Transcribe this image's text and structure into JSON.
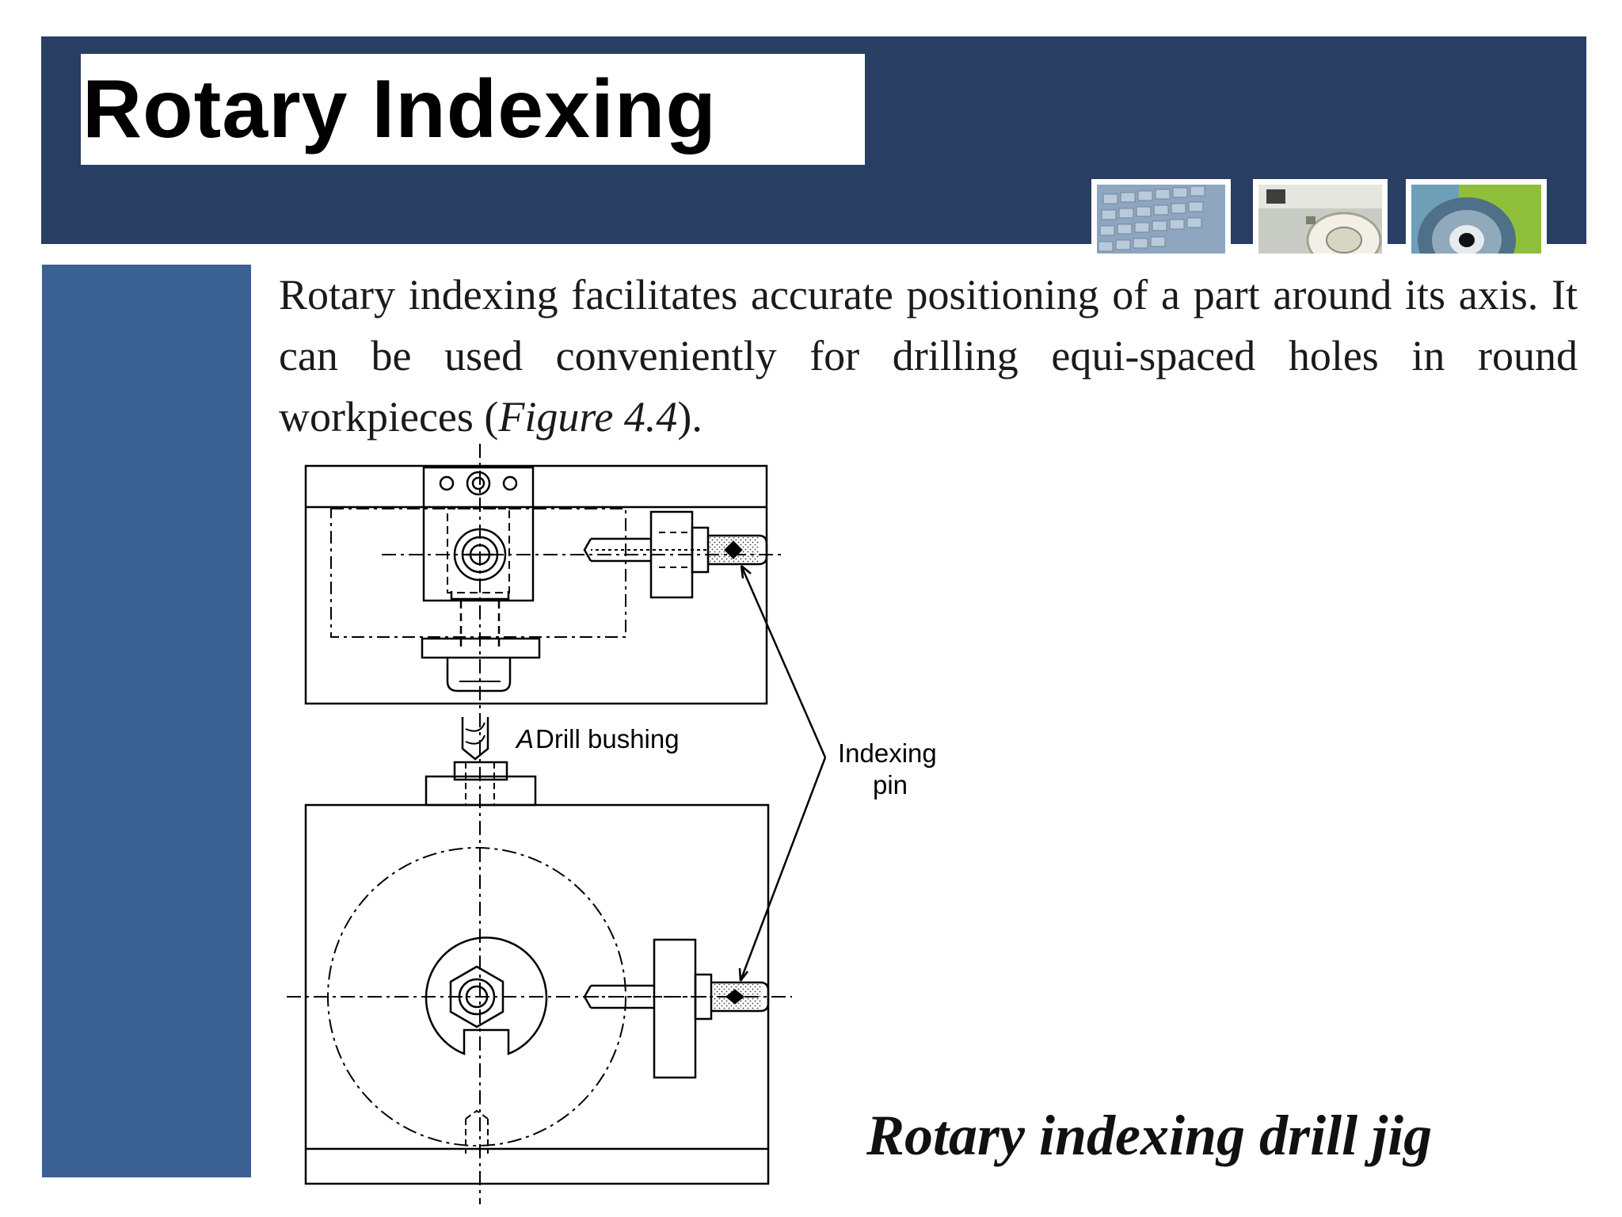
{
  "slide": {
    "title": "Rotary Indexing",
    "body": {
      "before": "Rotary indexing facilitates accurate positioning of a part around its axis. It can be used conveniently for drilling equi-spaced holes in round workpieces (",
      "figure_ref": "Figure 4.4",
      "after": ")."
    },
    "caption": "Rotary indexing drill jig",
    "thumbnails": [
      "keyboard-photo",
      "machine-photo",
      "disc-photo"
    ]
  },
  "diagram": {
    "label_a": "A",
    "label_drill_bushing": "Drill bushing",
    "label_indexing_line1": "Indexing",
    "label_indexing_line2": "pin"
  },
  "colors": {
    "banner": "#283e62",
    "side_bar": "#3a6192",
    "title_box": "#ffffff"
  }
}
